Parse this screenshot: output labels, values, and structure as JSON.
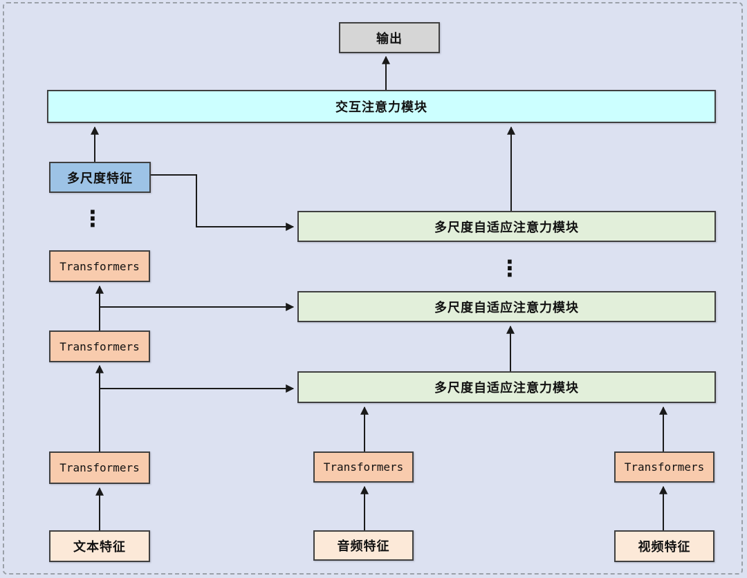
{
  "colors": {
    "background": "#dce1f1",
    "canvas_border": "#9aa0a8",
    "output_fill": "#d6d6d6",
    "interactive_attention_fill": "#ccffff",
    "multiscale_features_fill": "#9dc3e6",
    "adaptive_attention_fill": "#e2efda",
    "transformers_fill": "#f8cbad",
    "feature_fill": "#fce9d8",
    "box_border": "#3f3f3f",
    "arrow": "#1a1a1a"
  },
  "nodes": {
    "output": {
      "label": "输出"
    },
    "interactive_attention": {
      "label": "交互注意力模块"
    },
    "multiscale_features": {
      "label": "多尺度特征"
    },
    "adaptive_attention_top": {
      "label": "多尺度自适应注意力模块"
    },
    "adaptive_attention_middle": {
      "label": "多尺度自适应注意力模块"
    },
    "adaptive_attention_bottom": {
      "label": "多尺度自适应注意力模块"
    },
    "transformers_text_top": {
      "label": "Transformers"
    },
    "transformers_text_middle": {
      "label": "Transformers"
    },
    "transformers_text_bottom": {
      "label": "Transformers"
    },
    "transformers_audio": {
      "label": "Transformers"
    },
    "transformers_video": {
      "label": "Transformers"
    },
    "text_features": {
      "label": "文本特征"
    },
    "audio_features": {
      "label": "音频特征"
    },
    "video_features": {
      "label": "视频特征"
    }
  },
  "symbols": {
    "ellipsis_left": "⋮",
    "ellipsis_middle": "⋮"
  }
}
